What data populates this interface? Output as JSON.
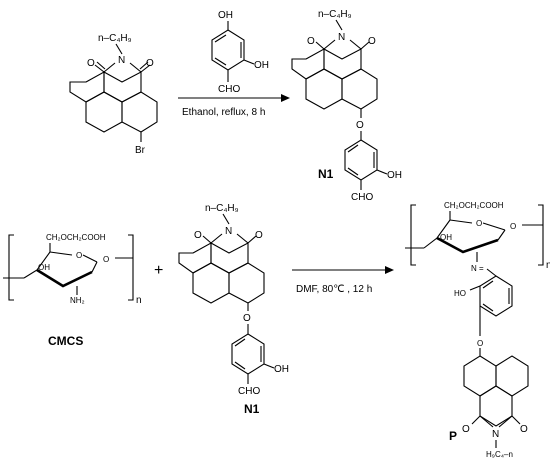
{
  "reaction1": {
    "reactant_substituent": "n–C₄H₉",
    "reactant_br": "Br",
    "aldehyde_oh_top": "OH",
    "aldehyde_oh_side": "OH",
    "aldehyde_cho": "CHO",
    "conditions": "Ethanol, reflux, 8 h",
    "product_substituent": "n–C₄H₉",
    "product_o_link": "O",
    "product_oh": "OH",
    "product_cho": "CHO",
    "product_label": "N1"
  },
  "reaction2": {
    "cmcs_side_chain": "CH₂OCH₂COOH",
    "cmcs_oh": "OH",
    "cmcs_nh2": "NH₂",
    "cmcs_o_ring": "O",
    "cmcs_o_link": "O",
    "cmcs_n": "n",
    "cmcs_label": "CMCS",
    "plus": "+",
    "n1_substituent": "n–C₄H₉",
    "n1_o_link": "O",
    "n1_oh": "OH",
    "n1_cho": "CHO",
    "n1_label": "N1",
    "conditions": "DMF, 80℃ , 12 h",
    "p_side_chain": "CH₂OCH₂COOH",
    "p_oh": "OH",
    "p_o_ring": "O",
    "p_o_link": "O",
    "p_n": "n",
    "p_imine_n": "N",
    "p_imine_h": "=",
    "p_phenol_oh": "HO",
    "p_ether_o": "O",
    "p_substituent": "H₉C₄–n",
    "p_label": "P"
  },
  "carbonyl_o": "O",
  "imide_n": "N"
}
